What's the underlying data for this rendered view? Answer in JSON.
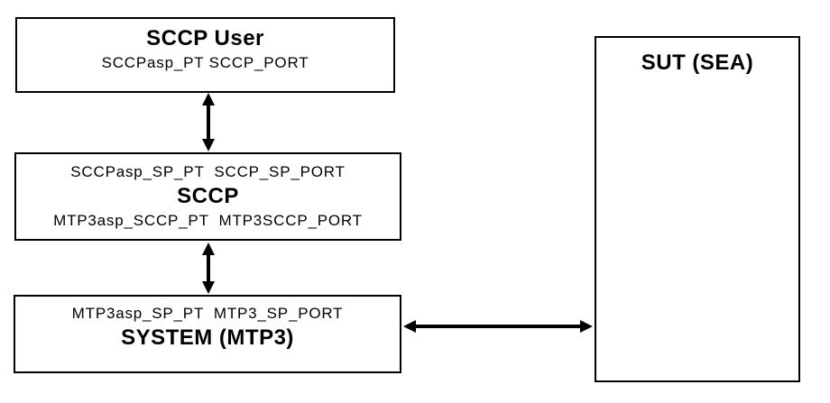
{
  "colors": {
    "line": "#000000",
    "background": "#ffffff",
    "text": "#000000"
  },
  "boxes": {
    "sccp_user": {
      "title": "SCCP User",
      "ports": "SCCPasp_PT SCCP_PORT"
    },
    "sccp": {
      "upper_ports": "SCCPasp_SP_PT  SCCP_SP_PORT",
      "title": "SCCP",
      "lower_ports": "MTP3asp_SCCP_PT  MTP3SCCP_PORT"
    },
    "system_mtp3": {
      "upper_ports": "MTP3asp_SP_PT  MTP3_SP_PORT",
      "title": "SYSTEM (MTP3)"
    },
    "sut": {
      "title": "SUT (SEA)"
    }
  }
}
